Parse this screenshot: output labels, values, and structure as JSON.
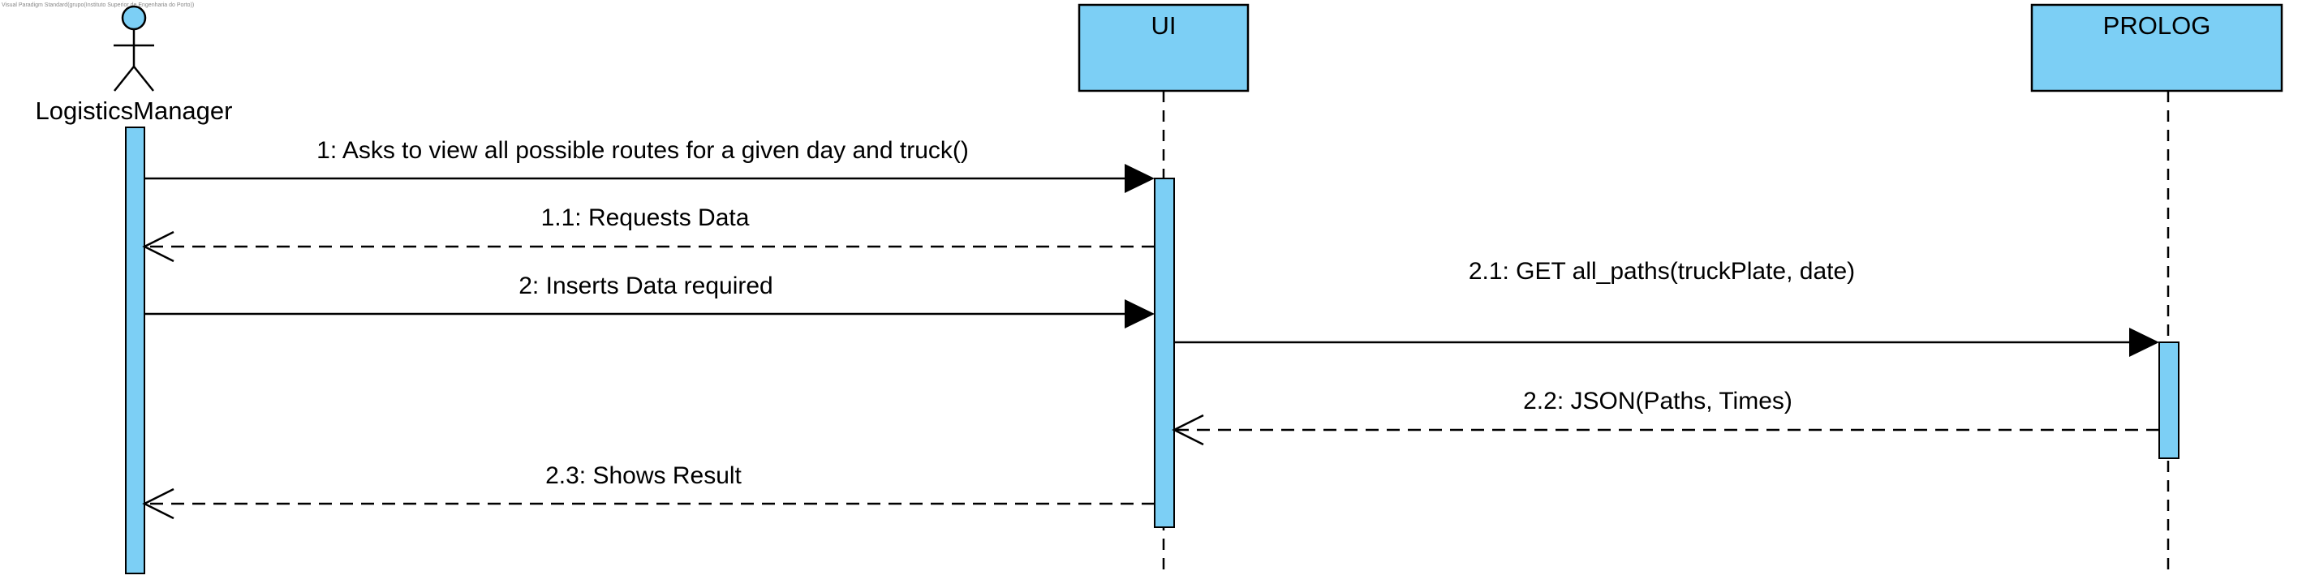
{
  "watermark": "Visual Paradigm Standard(grupo(Instituto Superior de Engenharia do Porto))",
  "colors": {
    "fill": "#7ccff5",
    "stroke": "#000000",
    "background": "#ffffff"
  },
  "actor": {
    "name": "LogisticsManager"
  },
  "participants": [
    {
      "id": "ui",
      "name": "UI"
    },
    {
      "id": "prolog",
      "name": "PROLOG"
    }
  ],
  "messages": [
    {
      "id": "m1",
      "label": "1: Asks to view all possible routes for a given day and truck()",
      "from": "actor",
      "to": "ui",
      "kind": "sync"
    },
    {
      "id": "m1_1",
      "label": "1.1: Requests Data",
      "from": "ui",
      "to": "actor",
      "kind": "return"
    },
    {
      "id": "m2",
      "label": "2: Inserts Data required",
      "from": "actor",
      "to": "ui",
      "kind": "sync"
    },
    {
      "id": "m2_1",
      "label": "2.1: GET all_paths(truckPlate, date)",
      "from": "ui",
      "to": "prolog",
      "kind": "sync"
    },
    {
      "id": "m2_2",
      "label": "2.2: JSON(Paths, Times)",
      "from": "prolog",
      "to": "ui",
      "kind": "return"
    },
    {
      "id": "m2_3",
      "label": "2.3: Shows Result",
      "from": "ui",
      "to": "actor",
      "kind": "return"
    }
  ]
}
